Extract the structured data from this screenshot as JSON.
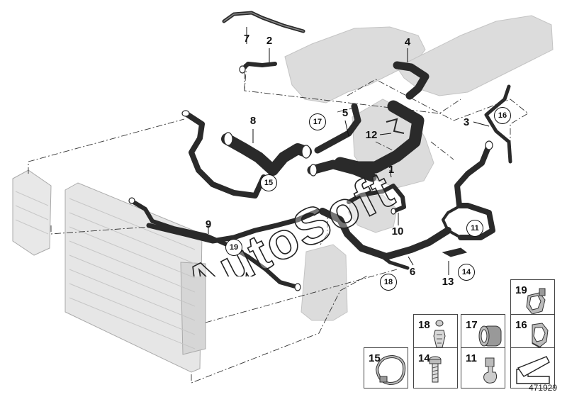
{
  "callouts": [
    {
      "id": "c1",
      "label": "1",
      "circled": false
    },
    {
      "id": "c2",
      "label": "2",
      "circled": false
    },
    {
      "id": "c3",
      "label": "3",
      "circled": false
    },
    {
      "id": "c4",
      "label": "4",
      "circled": false
    },
    {
      "id": "c5",
      "label": "5",
      "circled": false
    },
    {
      "id": "c6",
      "label": "6",
      "circled": false
    },
    {
      "id": "c7",
      "label": "7",
      "circled": false
    },
    {
      "id": "c8",
      "label": "8",
      "circled": false
    },
    {
      "id": "c9",
      "label": "9",
      "circled": false
    },
    {
      "id": "c10",
      "label": "10",
      "circled": false
    },
    {
      "id": "c12",
      "label": "12",
      "circled": false
    },
    {
      "id": "c13",
      "label": "13",
      "circled": false
    },
    {
      "id": "c11",
      "label": "11",
      "circled": true
    },
    {
      "id": "c14",
      "label": "14",
      "circled": true
    },
    {
      "id": "c15",
      "label": "15",
      "circled": true
    },
    {
      "id": "c16",
      "label": "16",
      "circled": true
    },
    {
      "id": "c17",
      "label": "17",
      "circled": true
    },
    {
      "id": "c18",
      "label": "18",
      "circled": true
    },
    {
      "id": "c19",
      "label": "19",
      "circled": true
    }
  ],
  "legend": [
    {
      "id": "l19",
      "label": "19",
      "icon": "clamp-icon"
    },
    {
      "id": "l18",
      "label": "18",
      "icon": "rivet-clip-icon"
    },
    {
      "id": "l17",
      "label": "17",
      "icon": "hose-sleeve-icon"
    },
    {
      "id": "l16",
      "label": "16",
      "icon": "clamp-icon"
    },
    {
      "id": "l15",
      "label": "15",
      "icon": "hose-clamp-icon"
    },
    {
      "id": "l14",
      "label": "14",
      "icon": "screw-icon"
    },
    {
      "id": "l11",
      "label": "11",
      "icon": "clip-icon"
    },
    {
      "id": "lshim",
      "label": "",
      "icon": "shim-arrow-icon"
    }
  ],
  "watermark": "AutoSoft",
  "diagram_number": "471929"
}
